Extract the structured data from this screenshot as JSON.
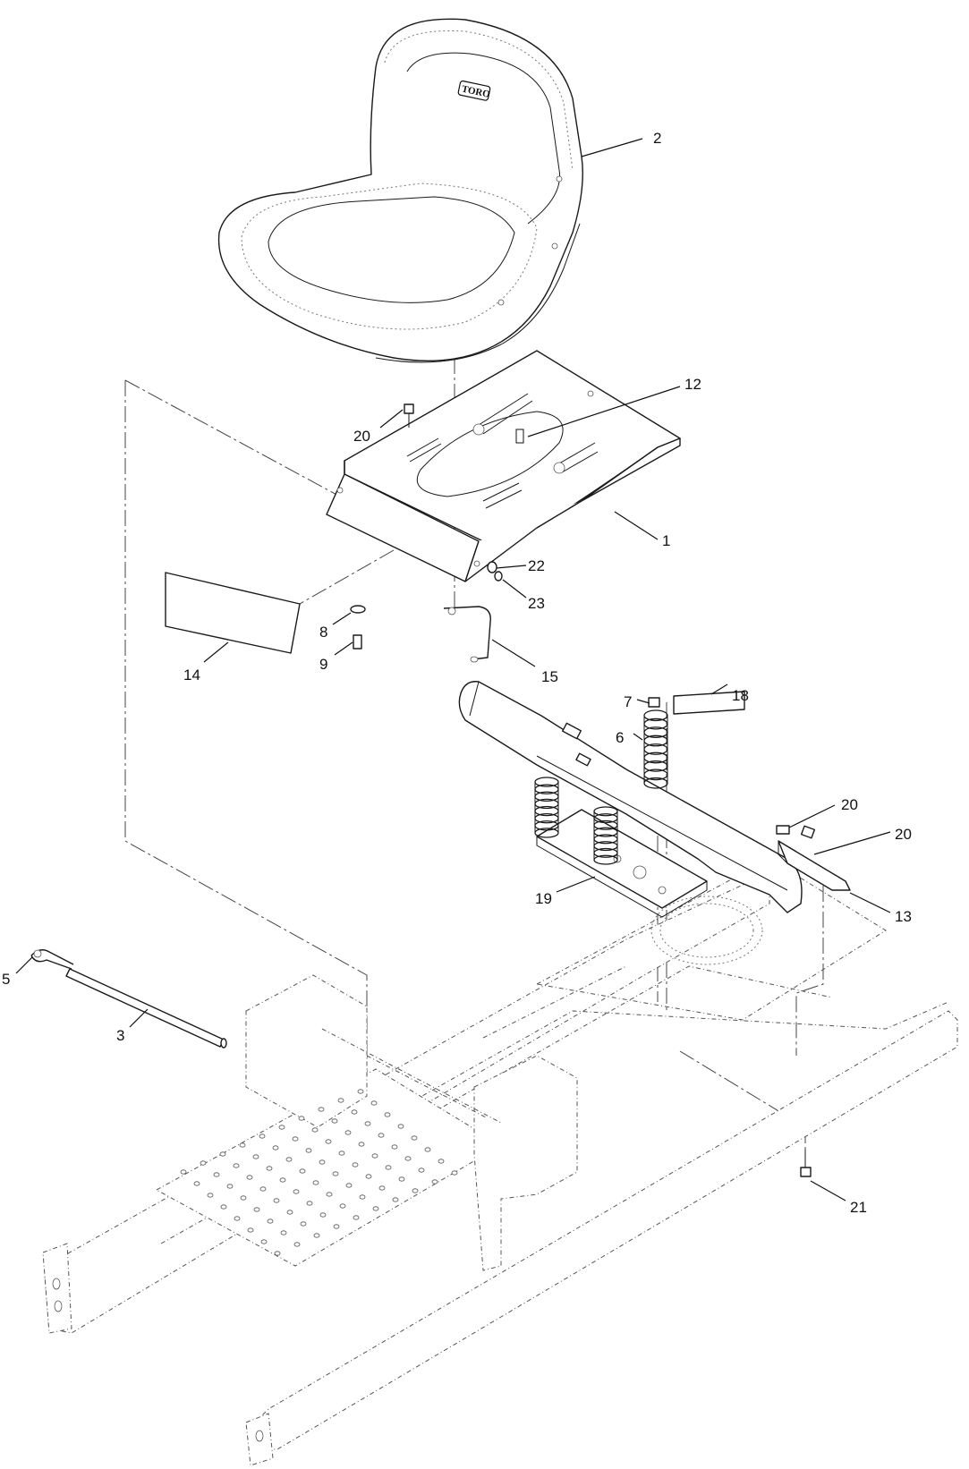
{
  "diagram": {
    "logo_text": "TORO",
    "callouts": [
      {
        "id": "c-1",
        "label": "1"
      },
      {
        "id": "c-2",
        "label": "2"
      },
      {
        "id": "c-3",
        "label": "3"
      },
      {
        "id": "c-5",
        "label": "5"
      },
      {
        "id": "c-6",
        "label": "6"
      },
      {
        "id": "c-7",
        "label": "7"
      },
      {
        "id": "c-8",
        "label": "8"
      },
      {
        "id": "c-9",
        "label": "9"
      },
      {
        "id": "c-12",
        "label": "12"
      },
      {
        "id": "c-13",
        "label": "13"
      },
      {
        "id": "c-14",
        "label": "14"
      },
      {
        "id": "c-15",
        "label": "15"
      },
      {
        "id": "c-18",
        "label": "18"
      },
      {
        "id": "c-19",
        "label": "19"
      },
      {
        "id": "c-20a",
        "label": "20"
      },
      {
        "id": "c-20b",
        "label": "20"
      },
      {
        "id": "c-20c",
        "label": "20"
      },
      {
        "id": "c-21",
        "label": "21"
      },
      {
        "id": "c-22",
        "label": "22"
      },
      {
        "id": "c-23",
        "label": "23"
      }
    ]
  }
}
